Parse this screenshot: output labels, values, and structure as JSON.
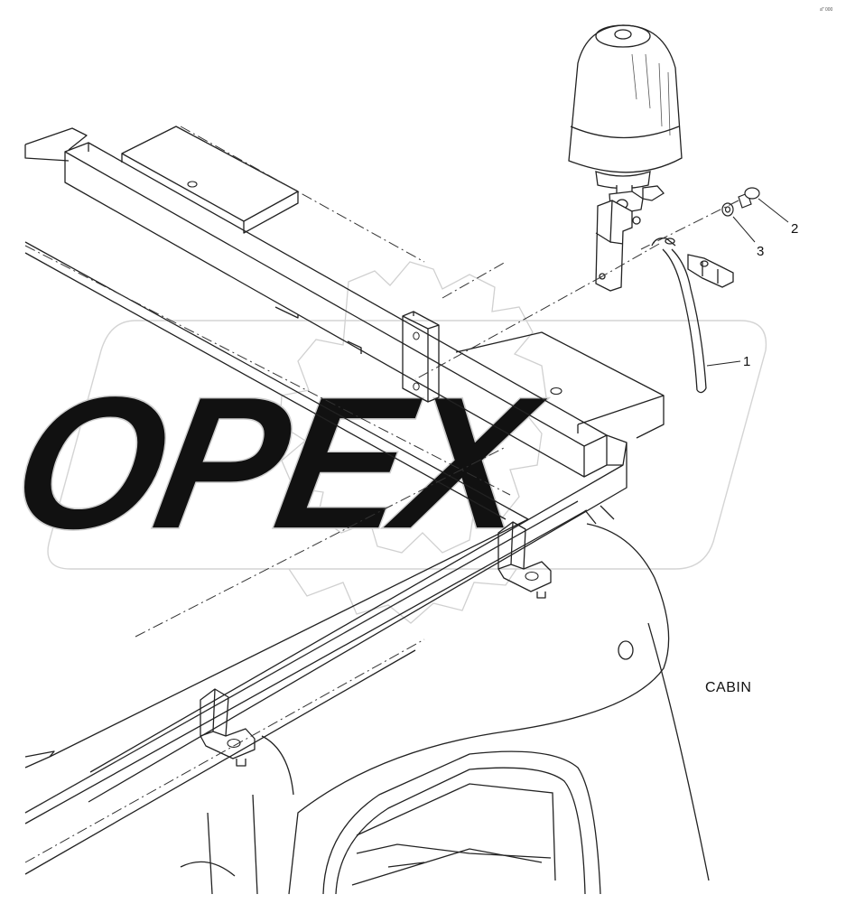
{
  "diagram": {
    "watermark": "OPEX",
    "area_label": "CABIN",
    "callouts": [
      {
        "id": "1",
        "label": "1"
      },
      {
        "id": "2",
        "label": "2"
      },
      {
        "id": "3",
        "label": "3"
      }
    ],
    "corner_mark": "a‴ 000"
  }
}
